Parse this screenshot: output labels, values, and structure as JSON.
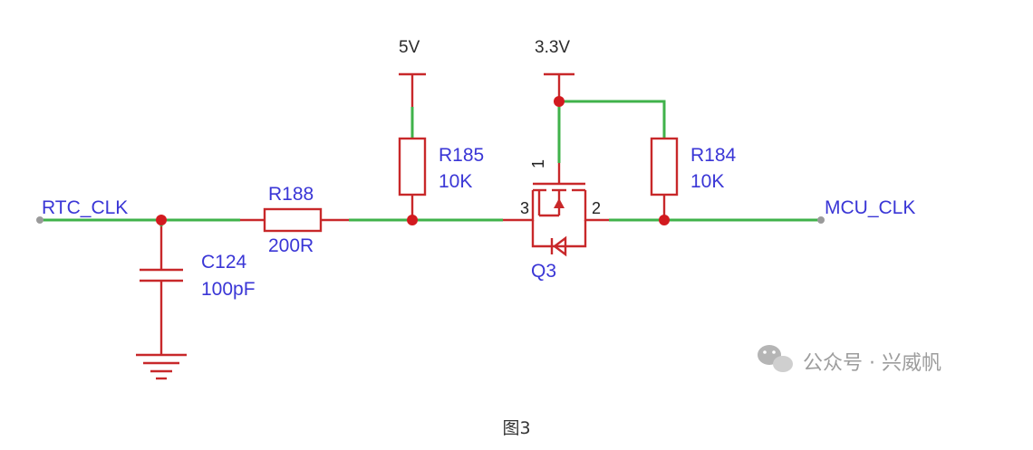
{
  "nets": {
    "rtc_clk": "RTC_CLK",
    "mcu_clk": "MCU_CLK",
    "supply_5v": "5V",
    "supply_3v3": "3.3V"
  },
  "components": {
    "r188": {
      "ref": "R188",
      "value": "200R"
    },
    "r185": {
      "ref": "R185",
      "value": "10K"
    },
    "r184": {
      "ref": "R184",
      "value": "10K"
    },
    "c124": {
      "ref": "C124",
      "value": "100pF"
    },
    "q3": {
      "ref": "Q3",
      "pin_gate": "1",
      "pin_source": "3",
      "pin_drain": "2"
    }
  },
  "watermark": {
    "icon": "wechat-icon",
    "text": "公众号 · 兴威帆"
  },
  "caption": "图3",
  "colors": {
    "wire": "#3fb24a",
    "component": "#c8282a",
    "junction": "#d21a1f",
    "label": "#3a36d6"
  }
}
